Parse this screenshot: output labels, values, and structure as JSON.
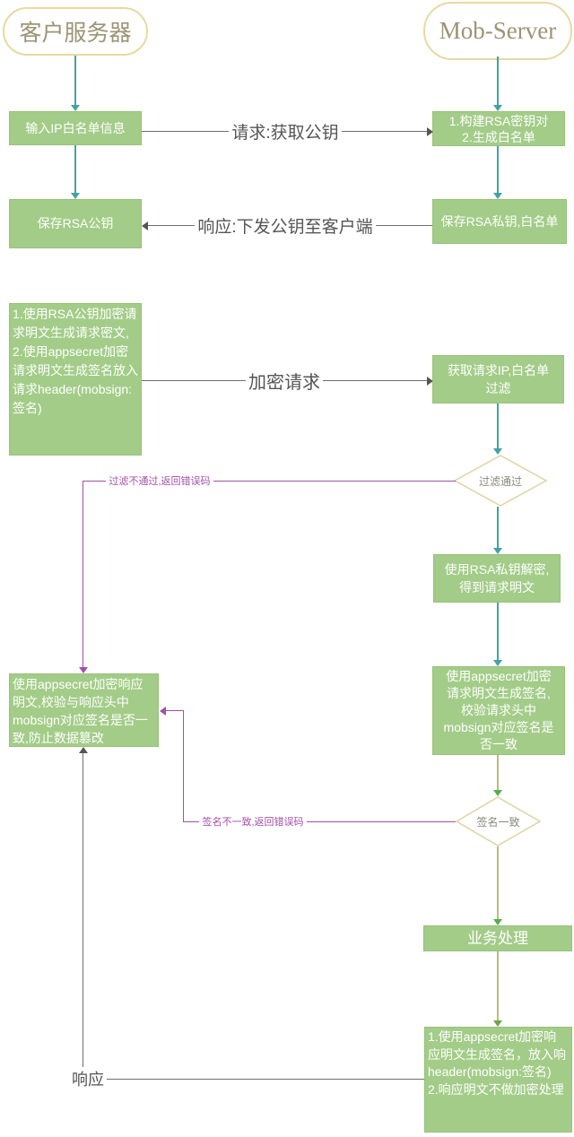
{
  "terminals": {
    "client": "客户服务器",
    "server": "Mob-Server"
  },
  "nodes": {
    "input_whitelist": "输入IP白名单信息",
    "save_public_key": "保存RSA公钥",
    "encrypt_request": "1.使用RSA公钥加密请求明文生成请求密文,\n2.使用appsecret加密请求明文生成签名放入请求header(mobsign:签名)",
    "verify_response": "使用appsecret加密响应明文,校验与响应头中mobsign对应签名是否一致,防止数据篡改",
    "build_keys": "1.构建RSA密钥对\n2.生成白名单",
    "save_private_key": "保存RSA私钥,白名单",
    "whitelist_filter": "获取请求IP,白名单\n过滤",
    "decrypt_request": "使用RSA私钥解密,\n得到请求明文",
    "verify_sign": "使用appsecret加密\n请求明文生成签名,\n校验请求头中\nmobsign对应签名是\n否一致",
    "business": "业务处理",
    "sign_response": "1.使用appsecret加密响应明文生成签名，放入响header(mobsign:签名)\n2.响应明文不做加密处理"
  },
  "decisions": {
    "filter_pass": "过滤通过",
    "sign_match": "签名一致"
  },
  "edge_labels": {
    "request_get_key": "请求:获取公钥",
    "response_send_key": "响应:下发公钥至客户端",
    "encrypted_request": "加密请求",
    "filter_fail": "过滤不通过,返回错误码",
    "sign_mismatch": "签名不一致,返回错误码",
    "response": "响应"
  },
  "colors": {
    "node_fill": "#a3cc88",
    "node_text": "#ffffff",
    "terminal_border": "#e7d9a0",
    "terminal_text": "#9c9474",
    "teal_arrow": "#44a2a2",
    "purple_arrow": "#a24fa8",
    "olive_line": "#bdb981",
    "green_arrowhead": "#55b04a",
    "gray_line": "#6e6e6e",
    "diamond_border": "#dfd3a0"
  }
}
